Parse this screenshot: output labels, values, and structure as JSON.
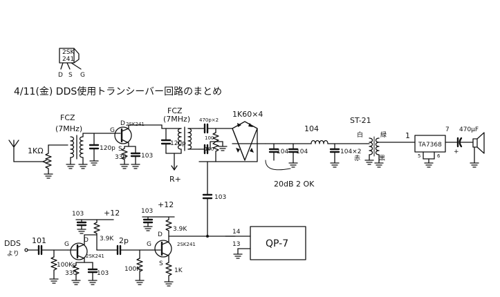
{
  "title": "4/11(金) DDS使用トランシーバー回路のまとめ",
  "pinout": {
    "part": "2SK",
    "part_no": "241",
    "pin_d": "D",
    "pin_s": "S",
    "pin_g": "G"
  },
  "rx_stage": {
    "input_vr": "1KΩ",
    "fcz_label": "FCZ",
    "fcz_freq": "(7MHz)",
    "q1_g": "G",
    "q1_d": "D",
    "q1_s": "S",
    "q1_part": "2SK241",
    "c1": "120p",
    "r_source": "330",
    "c_source": "103",
    "fcz2_label": "FCZ",
    "fcz2_freq": "(7MHz)",
    "c2": "120p",
    "supply": "R+"
  },
  "detector": {
    "caps": "470p×2",
    "r_top": "100",
    "r_bottom": "100",
    "diodes": "1K60×4",
    "lpf_c1": "104",
    "lpf_c2": "104",
    "inductor": "104",
    "lpf_c3": "104×2",
    "note": "20dB 2 OK",
    "coupling": "103"
  },
  "audio": {
    "transformer": "ST-21",
    "wire_white": "白",
    "wire_green": "緑",
    "wire_red": "赤",
    "wire_black": "黒",
    "pin_in": "1",
    "amp": "TA7368",
    "pin_out": "7",
    "pin_gnd_a": "5",
    "pin_gnd_b": "6",
    "out_cap": "470μF",
    "plus": "+"
  },
  "dds_stage": {
    "input": "DDS",
    "input_sub": "より",
    "c_in": "101",
    "q2_g": "G",
    "q2_d": "D",
    "q2_s": "S",
    "q2_part": "2SK241",
    "r_gate": "100K",
    "r_source": "330",
    "c_source": "103",
    "c_bypass": "103",
    "supply": "+12",
    "r_drain": "3.9K",
    "c_couple": "2p",
    "q3_g": "G",
    "q3_d": "D",
    "q3_s": "S",
    "q3_part": "2SK241",
    "r_gate2": "100K",
    "c_bypass2": "103",
    "supply2": "+12",
    "r_drain2": "3.9K",
    "r_source2": "1K",
    "block": "QP-7",
    "pin14": "14",
    "pin13": "13"
  }
}
